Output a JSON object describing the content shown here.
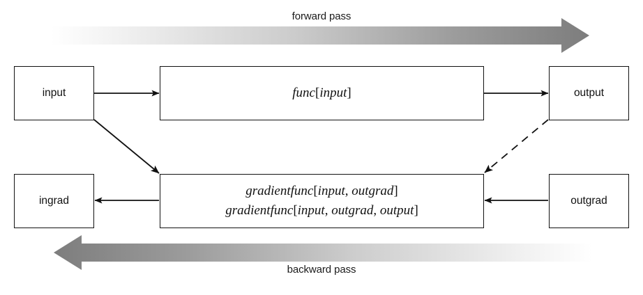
{
  "diagram": {
    "title_forward": "forward pass",
    "title_backward": "backward pass",
    "colors": {
      "stroke": "#111111",
      "background": "#ffffff",
      "arrow_band_dark": "#808080",
      "arrow_band_light": "#ffffff"
    },
    "nodes": {
      "input": "input",
      "output": "output",
      "ingrad": "ingrad",
      "outgrad": "outgrad"
    },
    "func_box": {
      "name": "func",
      "open_bracket": "[",
      "arg1": "input",
      "close_bracket": "]"
    },
    "grad_box": {
      "line1": {
        "name": "gradientfunc",
        "open_bracket": "[",
        "arg1": "input",
        "sep1": ", ",
        "arg2": "outgrad",
        "close_bracket": "]"
      },
      "line2": {
        "name": "gradientfunc",
        "open_bracket": "[",
        "arg1": "input",
        "sep1": ", ",
        "arg2": "outgrad",
        "sep2": ", ",
        "arg3": "output",
        "close_bracket": "]"
      }
    },
    "edges": [
      {
        "id": "input-to-func",
        "style": "solid",
        "direction": "right"
      },
      {
        "id": "func-to-output",
        "style": "solid",
        "direction": "right"
      },
      {
        "id": "input-to-gradientfunc",
        "style": "solid",
        "direction": "down-right"
      },
      {
        "id": "output-to-gradientfunc",
        "style": "dashed",
        "direction": "down-left"
      },
      {
        "id": "gradientfunc-to-ingrad",
        "style": "solid",
        "direction": "left"
      },
      {
        "id": "outgrad-to-gradientfunc",
        "style": "solid",
        "direction": "left"
      }
    ]
  }
}
